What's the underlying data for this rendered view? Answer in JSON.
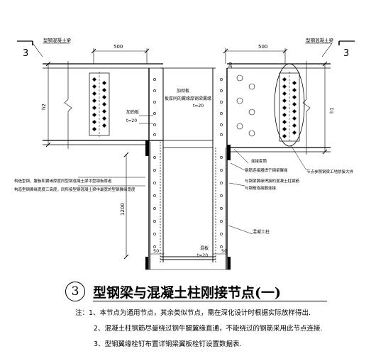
{
  "section": {
    "left_label": "3",
    "right_label": "3",
    "left_beam_label": "型钢混凝土梁",
    "right_beam_label": "型钢混凝土梁"
  },
  "dimensions": {
    "left_500": "500",
    "right_500": "500",
    "h2": "h2",
    "h1": "h1",
    "d30": "30",
    "d1200": "1200",
    "d50_left": "50",
    "d50_right": "50"
  },
  "labels": {
    "stiffener_left": "加劲板",
    "stiffener_left_t": "t=20",
    "stiffener_center_1": "加劲板",
    "stiffener_center_2": "板厚同的翼缘厚钢梁翼缘",
    "stiffener_center_t": "t=20",
    "bottom_plate": "混板",
    "bottom_plate_t": "t=20",
    "right_note_1": "连接套筒",
    "right_note_2": "钢筋连接器焊于钢梁翼缘",
    "right_note_3": "与钢梁翼缘焊接的混凝土柱钢筋",
    "right_note_4": "与钢筋连接器连接",
    "concrete_column": "混凝土柱",
    "node_note": "节点参照钢梁工地拼接大样",
    "left_note_1": "构造型钢，腹板和翼缘厚度同型钢混凝土梁中型钢板厚者",
    "left_note_2": "构造型钢翼缘宽度三高度，同所接型钢混凝土梁中最宽的型钢翼缘宽度"
  },
  "title": {
    "number": "3",
    "text": "型钢梁与混凝土柱刚接节点(一)"
  },
  "notes": [
    "注：1、本节点为通用节点，其余类似节点，需在深化设计时根据实际放样得出.",
    "2、混凝土柱钢筋尽量绕过钢牛腿翼缘直通，不能绕过的钢筋采用此节点连接.",
    "3、型钢翼缘栓钉布置详钢梁翼板栓钉设置数据表."
  ]
}
